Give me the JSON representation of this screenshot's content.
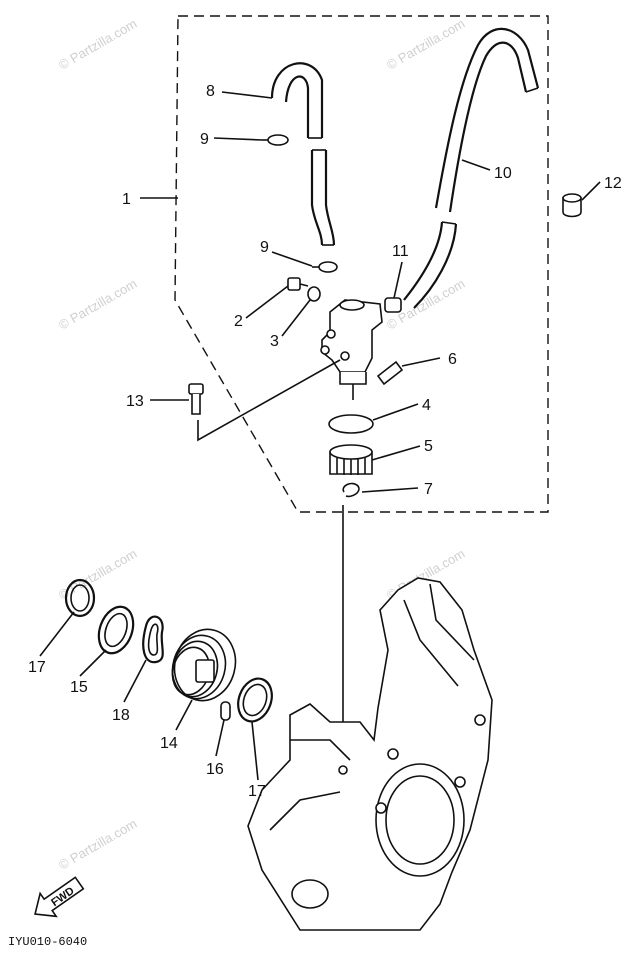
{
  "watermark": "© Partzilla.com",
  "callouts": {
    "c1": "1",
    "c2": "2",
    "c3": "3",
    "c4": "4",
    "c5": "5",
    "c6": "6",
    "c7": "7",
    "c8": "8",
    "c9a": "9",
    "c9b": "9",
    "c10": "10",
    "c11": "11",
    "c12": "12",
    "c13": "13",
    "c14": "14",
    "c15": "15",
    "c16": "16",
    "c17a": "17",
    "c17b": "17",
    "c18": "18"
  },
  "fwd_label": "FWD",
  "diagram_code": "IYU010-6040"
}
